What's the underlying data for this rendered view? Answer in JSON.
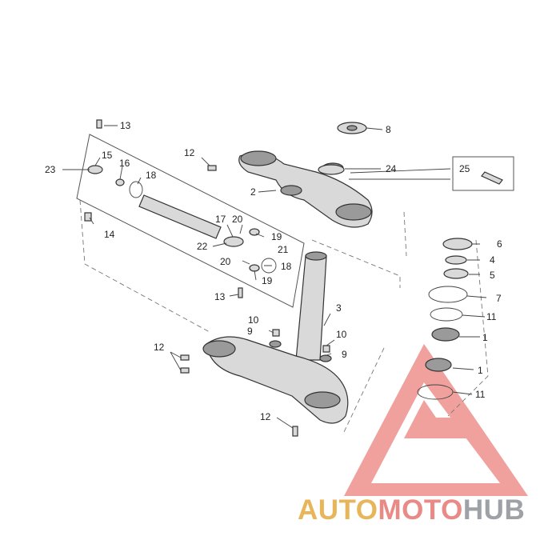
{
  "labels": {
    "p1a": "1",
    "p1b": "1",
    "p2": "2",
    "p3": "3",
    "p4": "4",
    "p5": "5",
    "p6": "6",
    "p7": "7",
    "p8": "8",
    "p9a": "9",
    "p9b": "9",
    "p10a": "10",
    "p10b": "10",
    "p11a": "11",
    "p11b": "11",
    "p12a": "12",
    "p12b": "12",
    "p12c": "12",
    "p13a": "13",
    "p13b": "13",
    "p14": "14",
    "p15": "15",
    "p16": "16",
    "p17": "17",
    "p18a": "18",
    "p18b": "18",
    "p19a": "19",
    "p19b": "19",
    "p20a": "20",
    "p20b": "20",
    "p21": "21",
    "p22": "22",
    "p23": "23",
    "p24": "24",
    "p25": "25"
  },
  "watermark": {
    "part1": "AUTO",
    "part2": "MOTO",
    "part3": "HUB"
  },
  "colors": {
    "logo_red": "#e8736e",
    "logo_orange": "#e8b65a",
    "logo_gray": "#9ea2a6"
  }
}
